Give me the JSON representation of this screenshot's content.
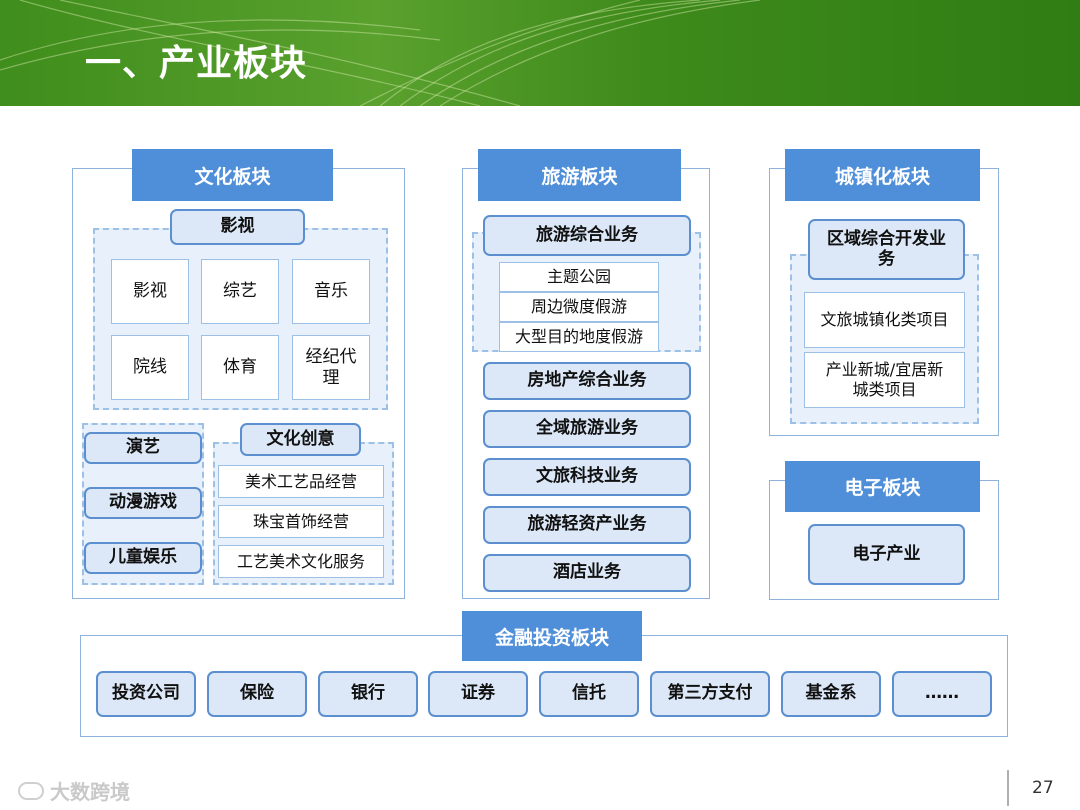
{
  "slide": {
    "title": "一、产业板块",
    "page_number": "27",
    "watermark": "大数跨境"
  },
  "colors": {
    "header_green": "#3f8d1c",
    "panel_title_blue": "#4f8fd9",
    "pill_fill": "#dce8f7",
    "pill_border": "#5b8fcf",
    "dashed_border": "#9cc0e6"
  },
  "culture": {
    "title": "文化板块",
    "film": {
      "label": "影视",
      "items": [
        "影视",
        "综艺",
        "音乐",
        "院线",
        "体育",
        "经纪代理"
      ]
    },
    "left_items": [
      "演艺",
      "动漫游戏",
      "儿童娱乐"
    ],
    "creative": {
      "label": "文化创意",
      "items": [
        "美术工艺品经营",
        "珠宝首饰经营",
        "工艺美术文化服务"
      ]
    }
  },
  "tourism": {
    "title": "旅游板块",
    "integrated": {
      "label": "旅游综合业务",
      "items": [
        "主题公园",
        "周边微度假游",
        "大型目的地度假游"
      ]
    },
    "businesses": [
      "房地产综合业务",
      "全域旅游业务",
      "文旅科技业务",
      "旅游轻资产业务",
      "酒店业务"
    ]
  },
  "urban": {
    "title": "城镇化板块",
    "regional": {
      "label": "区域综合开发业务",
      "items": [
        "文旅城镇化类项目",
        "产业新城/宜居新城类项目"
      ]
    }
  },
  "electronics": {
    "title": "电子板块",
    "items": [
      "电子产业"
    ]
  },
  "finance": {
    "title": "金融投资板块",
    "items": [
      "投资公司",
      "保险",
      "银行",
      "证券",
      "信托",
      "第三方支付",
      "基金系",
      "……"
    ]
  }
}
